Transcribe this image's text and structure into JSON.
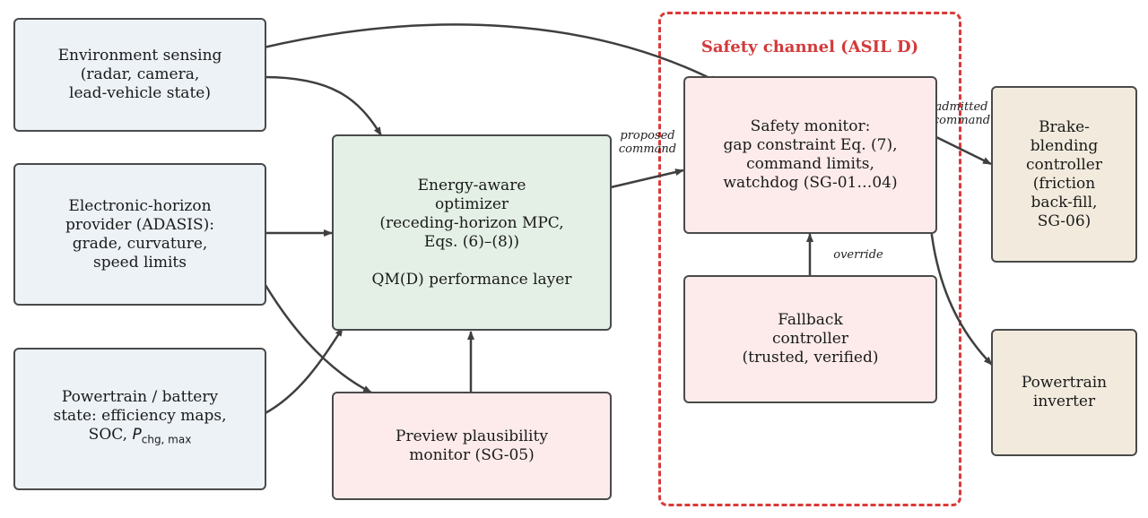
{
  "safety_channel": {
    "title": "Safety channel (ASIL D)"
  },
  "nodes": {
    "env": {
      "lines": [
        "Environment sensing",
        "(radar, camera,",
        "lead-vehicle state)"
      ]
    },
    "ehp": {
      "lines": [
        "Electronic-horizon",
        "provider (ADASIS):",
        "grade, curvature,",
        "speed limits"
      ]
    },
    "ptb": {
      "lines": [
        "Powertrain / battery",
        "state: efficiency maps,"
      ],
      "soc_prefix": "SOC, ",
      "pchg_symbol": "P",
      "pchg_subscript": "chg, max"
    },
    "opt": {
      "lines": [
        "Energy-aware",
        "optimizer",
        "(receding-horizon MPC,",
        "Eqs. (6)–(8))"
      ],
      "layer": "QM(D) performance layer"
    },
    "ppm": {
      "lines": [
        "Preview plausibility",
        "monitor (SG-05)"
      ]
    },
    "sm": {
      "lines": [
        "Safety monitor:",
        "gap constraint Eq. (7),",
        "command limits,",
        "watchdog (SG-01…04)"
      ]
    },
    "fb": {
      "lines": [
        "Fallback",
        "controller",
        "(trusted, verified)"
      ]
    },
    "bbc": {
      "lines": [
        "Brake-",
        "blending",
        "controller",
        "(friction",
        "back-fill,",
        "SG-06)"
      ]
    },
    "inv": {
      "lines": [
        "Powertrain",
        "inverter"
      ]
    }
  },
  "edge_labels": {
    "proposed": [
      "proposed",
      "command"
    ],
    "admitted": [
      "admitted",
      "command"
    ],
    "override": "override"
  },
  "colors": {
    "input_fill": "#edf2f7",
    "optimizer_fill": "#e4f0e6",
    "monitor_fill": "#fcebea",
    "actuator_fill": "#f2ebdd",
    "safety_accent": "#d33a3a",
    "arrow": "#3f3f3f"
  }
}
